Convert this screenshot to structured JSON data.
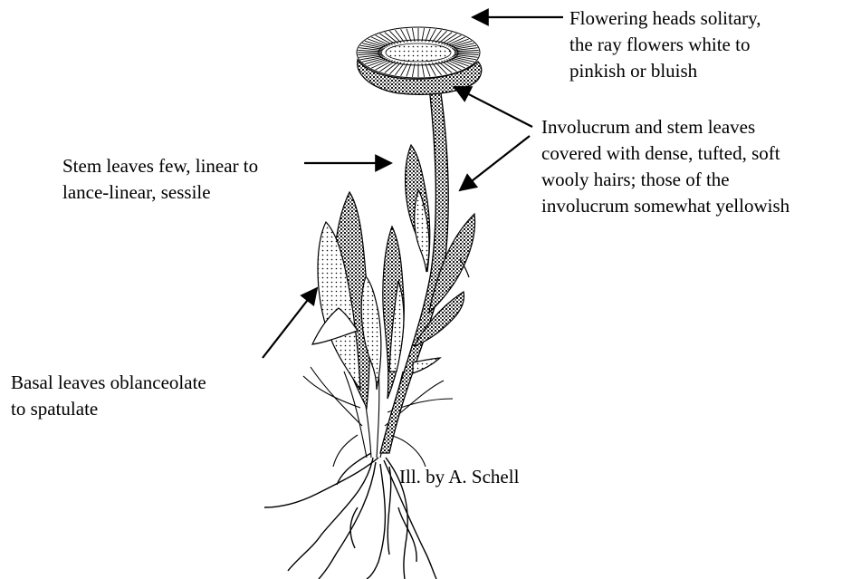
{
  "annotations": {
    "flowering": {
      "lines": [
        "Flowering heads solitary,",
        "the ray flowers white to",
        "pinkish or bluish"
      ]
    },
    "involucrum": {
      "lines": [
        "Involucrum and stem leaves",
        "covered with dense, tufted, soft",
        "wooly hairs; those of the",
        "involucrum somewhat yellowish"
      ]
    },
    "stem_leaves": {
      "lines": [
        "Stem leaves few, linear to",
        "lance-linear, sessile"
      ]
    },
    "basal_leaves": {
      "lines": [
        "Basal leaves oblanceolate",
        "to spatulate"
      ]
    }
  },
  "credit": "Ill. by A. Schell",
  "colors": {
    "ink": "#000000",
    "background": "#ffffff",
    "hairy_texture": "#1a1a1a"
  }
}
